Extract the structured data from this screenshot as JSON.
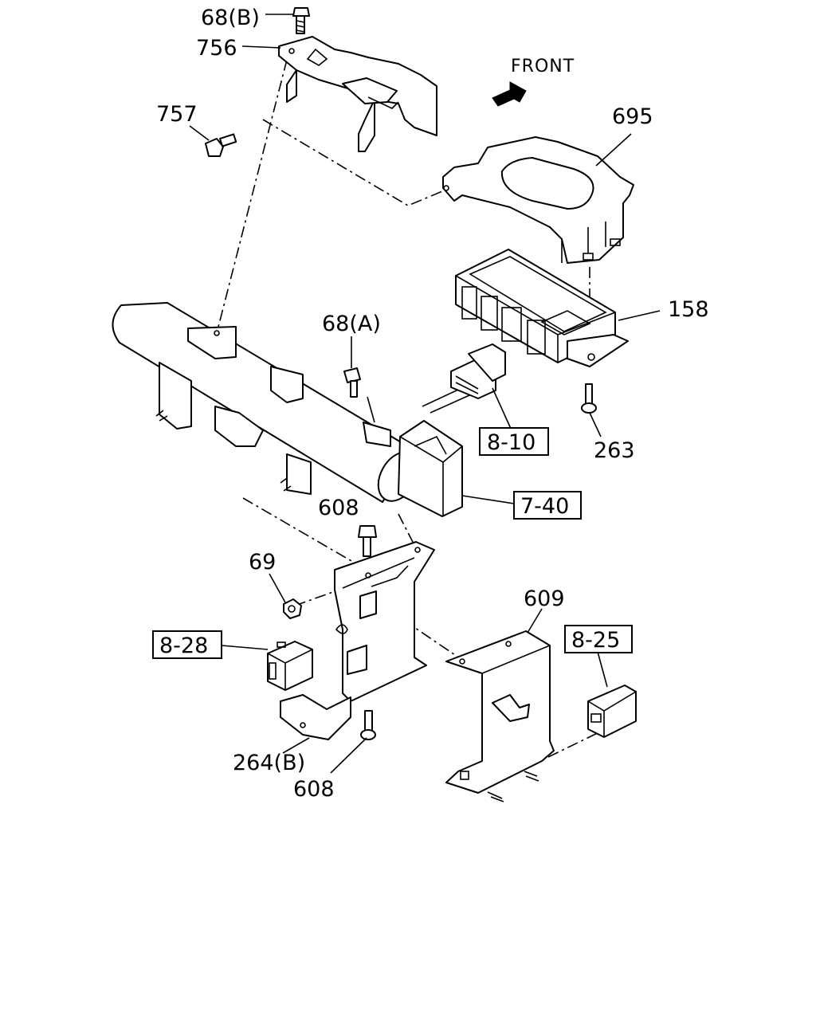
{
  "labels": {
    "p68b": "68(B)",
    "p756": "756",
    "p757": "757",
    "front": "FRONT",
    "p695": "695",
    "p158": "158",
    "p68a": "68(A)",
    "p810": "8-10",
    "p263": "263",
    "p740": "7-40",
    "p608_top": "608",
    "p69": "69",
    "p828": "8-28",
    "p609": "609",
    "p825": "8-25",
    "p264b": "264(B)",
    "p608_bottom": "608"
  }
}
